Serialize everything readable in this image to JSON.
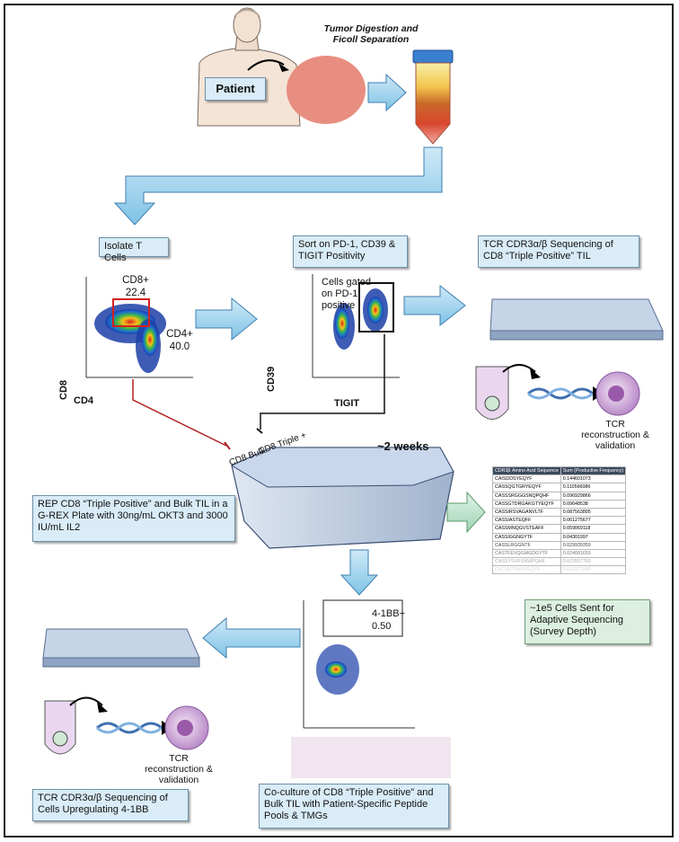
{
  "patient_label": "Patient",
  "tumor_label": "Tumor Digestion and Ficoll Separation",
  "steps": {
    "isolate": "Isolate T Cells",
    "sort": "Sort on PD-1, CD39 & TIGIT Positivity",
    "tcr_seq": "TCR CDR3α/β Sequencing of CD8 “Triple Positive” TIL",
    "rep": "REP CD8 “Triple Positive” and Bulk TIL in a G-REX Plate with 30ng/mL OKT3 and 3000 IU/mL IL2",
    "adaptive": "~1e5 Cells Sent for Adaptive Sequencing (Survey Depth)",
    "coculture": "Co-culture of CD8 “Triple Positive” and Bulk TIL with Patient-Specific Peptide Pools & TMGs",
    "tcr_4_1bb": "TCR CDR3α/β Sequencing of Cells Upregulating 4-1BB"
  },
  "flow1": {
    "gate1_name": "CD8+",
    "gate1_value": "22.4",
    "gate2_name": "CD4+",
    "gate2_value": "40.0",
    "y_axis": "CD8",
    "x_axis": "CD4"
  },
  "flow2": {
    "gate_note": "Cells gated on PD-1 positive",
    "y_axis": "CD39",
    "x_axis": "TIGIT"
  },
  "flow3": {
    "gate_name": "4-1BB+",
    "gate_value": "0.50"
  },
  "tcr_recon_label": "TCR reconstruction & validation",
  "time_label": "~2 weeks",
  "plate_labels": [
    "CD8 Triple +",
    "CD8 Bulk"
  ],
  "seq_table": {
    "headers": [
      "CDR3β Amino Acid Sequence",
      "Sum (Productive Frequency)"
    ],
    "rows": [
      [
        "CAISDDSYEQYF",
        "0.144601073"
      ],
      [
        "CASSQGTGRYEQYF",
        "0.110566086"
      ],
      [
        "CASSSRGGGSNQPQHF",
        "0.096929866"
      ],
      [
        "CASSGTDRGAKGTYEQYF",
        "0.09648538"
      ],
      [
        "CASSIRSVAGANVLTF",
        "0.087563895"
      ],
      [
        "CASSIASTEQFF",
        "0.061275677"
      ],
      [
        "CASSMNQGVSTEAFF",
        "0.059069118"
      ],
      [
        "CASSIGGNGYTF",
        "0.04301997"
      ],
      [
        "CASSLRGGNTF",
        "0.029939359"
      ],
      [
        "CASTFEVQGMGDGYTF",
        "0.024081659"
      ],
      [
        "CASSYSVRSNWPQHF",
        "0.023557769"
      ],
      [
        "CATSDTGKPYEQYF",
        "0.023272058"
      ]
    ]
  }
}
